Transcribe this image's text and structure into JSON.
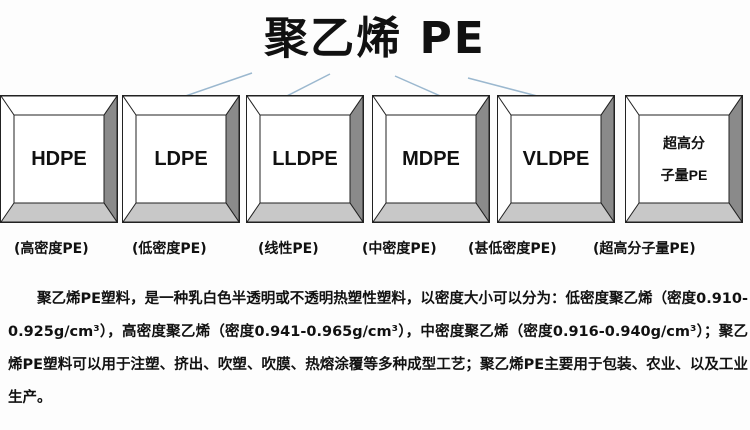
{
  "title": "聚乙烯 PE",
  "boxes": [
    {
      "label": "HDPE"
    },
    {
      "label": "LDPE"
    },
    {
      "label": "LLDPE"
    },
    {
      "label": "MDPE"
    },
    {
      "label": "VLDPE"
    },
    {
      "label_line1": "超高分",
      "label_line2": "子量PE"
    }
  ],
  "captions": [
    "(高密度PE)",
    "(低密度PE)",
    "(线性PE)",
    "(中密度PE)",
    "(甚低密度PE)",
    "(超高分子量PE)"
  ],
  "paragraph": "聚乙烯PE塑料，是一种乳白色半透明或不透明热塑性塑料，以密度大小可以分为：低密度聚乙烯（密度0.910-0.925g/cm³），高密度聚乙烯（密度0.941-0.965g/cm³），中密度聚乙烯（密度0.916-0.940g/cm³）；聚乙烯PE塑料可以用于注塑、挤出、吹塑、吹膜、热熔涂覆等多种成型工艺；聚乙烯PE主要用于包装、农业、以及工业生产。",
  "colors": {
    "arrow": "#9bb8cf",
    "bevel_dark": "#8a8a8a",
    "bevel_light": "#c8c8c8"
  }
}
